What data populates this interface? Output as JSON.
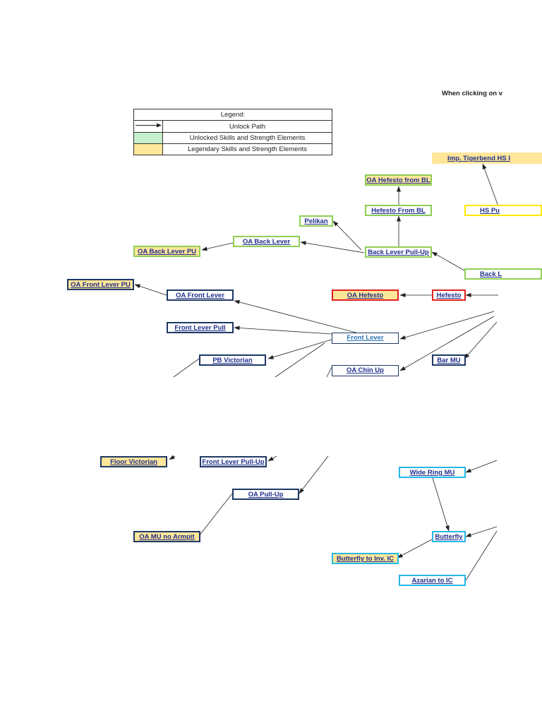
{
  "header_note": "When clicking on v",
  "legend": {
    "title": "Legend:",
    "rows": [
      {
        "swatch": "arrow",
        "label": "Unlock Path"
      },
      {
        "swatch": "#c6efce",
        "label": "Unlocked Skills and Strength Elements"
      },
      {
        "swatch": "#ffe699",
        "label": "Legendary Skills and Strength Elements"
      }
    ]
  },
  "colors": {
    "navy": "#1f3864",
    "green": "#8fce55",
    "red": "#e02020",
    "cyan": "#25b7e8",
    "yellow": "#ffe800",
    "legendary_fill": "#ffe699",
    "link_text": "#1f2f8c",
    "active_link": "#2e75b6",
    "arrow": "#222222"
  },
  "nodes": [
    {
      "id": "imp_tigerbend",
      "label": "Imp. Tigerbend HS I",
      "border": "#ffe699",
      "fill": "#ffe699",
      "clip": true
    },
    {
      "id": "oa_hefesto_bl",
      "label": "OA Hefesto from BL",
      "border": "#8fce55",
      "fill": "#ffe699"
    },
    {
      "id": "hefesto_bl",
      "label": "Hefesto From BL",
      "border": "#8fce55",
      "fill": "#ffffff"
    },
    {
      "id": "hs_pu",
      "label": "HS Pu",
      "border": "#ffe800",
      "fill": "#ffffff",
      "clip": true
    },
    {
      "id": "pelikan",
      "label": "Pelikan",
      "border": "#8fce55",
      "fill": "#ffffff"
    },
    {
      "id": "oa_back_lever",
      "label": "OA Back Lever",
      "border": "#8fce55",
      "fill": "#ffffff"
    },
    {
      "id": "back_lever_pu",
      "label": "Back Lever Pull-Up",
      "border": "#8fce55",
      "fill": "#ffffff"
    },
    {
      "id": "oa_back_lever_pu",
      "label": "OA Back Lever PU",
      "border": "#8fce55",
      "fill": "#ffe699"
    },
    {
      "id": "back_l",
      "label": "Back L",
      "border": "#8fce55",
      "fill": "#ffffff",
      "clip": true
    },
    {
      "id": "oa_front_lever_pu",
      "label": "OA Front Lever PU",
      "border": "#1f3864",
      "fill": "#ffe699"
    },
    {
      "id": "oa_front_lever",
      "label": "OA Front Lever",
      "border": "#1f3864",
      "fill": "#ffffff"
    },
    {
      "id": "oa_hefesto",
      "label": "OA Hefesto",
      "border": "#e02020",
      "fill": "#ffe699"
    },
    {
      "id": "hefesto",
      "label": "Hefesto",
      "border": "#e02020",
      "fill": "#ffffff"
    },
    {
      "id": "front_lever_pull",
      "label": "Front Lever Pull",
      "border": "#1f3864",
      "fill": "#ffffff"
    },
    {
      "id": "front_lever",
      "label": "Front Lever",
      "border": "#1f3864",
      "fill": "#ffffff",
      "text": "#2e75b6"
    },
    {
      "id": "pb_victorian",
      "label": "PB Victorian",
      "border": "#1f3864",
      "fill": "#ffffff"
    },
    {
      "id": "bar_mu",
      "label": "Bar MU",
      "border": "#1f3864",
      "fill": "#ffffff"
    },
    {
      "id": "oa_chin_up",
      "label": "OA Chin Up",
      "border": "#1f3864",
      "fill": "#ffffff"
    },
    {
      "id": "floor_victorian",
      "label": "Floor Victorian",
      "border": "#1f3864",
      "fill": "#ffe699"
    },
    {
      "id": "front_lever_pull_up",
      "label": "Front Lever Pull-Up",
      "border": "#1f3864",
      "fill": "#ffffff"
    },
    {
      "id": "wide_ring_mu",
      "label": "Wide Ring MU",
      "border": "#25b7e8",
      "fill": "#ffffff"
    },
    {
      "id": "oa_pull_up",
      "label": "OA Pull-Up",
      "border": "#1f3864",
      "fill": "#ffffff"
    },
    {
      "id": "oa_mu_no_armpit",
      "label": "OA MU no Armpit",
      "border": "#1f3864",
      "fill": "#ffe699"
    },
    {
      "id": "butterfly",
      "label": "Butterfly",
      "border": "#25b7e8",
      "fill": "#ffffff"
    },
    {
      "id": "butterfly_inv_ic",
      "label": "Butterfly to Inv. IC",
      "border": "#25b7e8",
      "fill": "#ffe699"
    },
    {
      "id": "azarian_ic",
      "label": "Azarian to IC",
      "border": "#25b7e8",
      "fill": "#ffffff"
    }
  ]
}
